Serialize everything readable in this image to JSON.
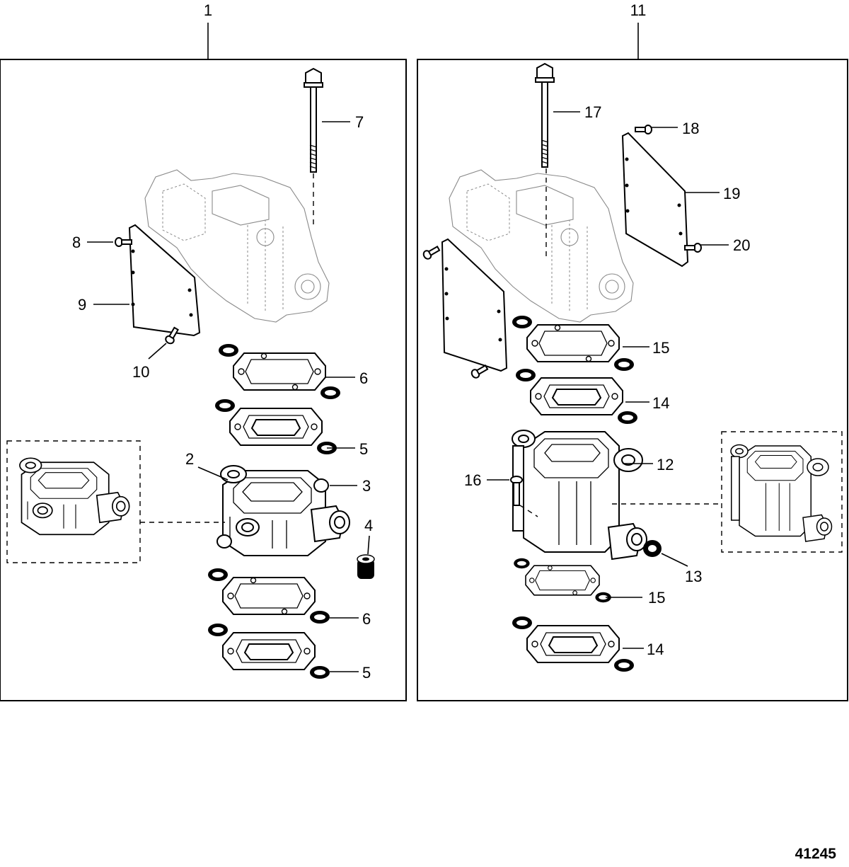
{
  "figure_number": "41245",
  "panels": [
    {
      "name": "left",
      "assembly_label": "1",
      "callouts": [
        "7",
        "8",
        "9",
        "10",
        "6",
        "5",
        "2",
        "3",
        "4",
        "6",
        "5"
      ]
    },
    {
      "name": "right",
      "assembly_label": "11",
      "callouts": [
        "17",
        "18",
        "19",
        "20",
        "15",
        "14",
        "12",
        "16",
        "13",
        "15",
        "14"
      ]
    }
  ],
  "colors": {
    "line": "#000000",
    "ghost": "#8a8a8a",
    "background": "#ffffff"
  }
}
